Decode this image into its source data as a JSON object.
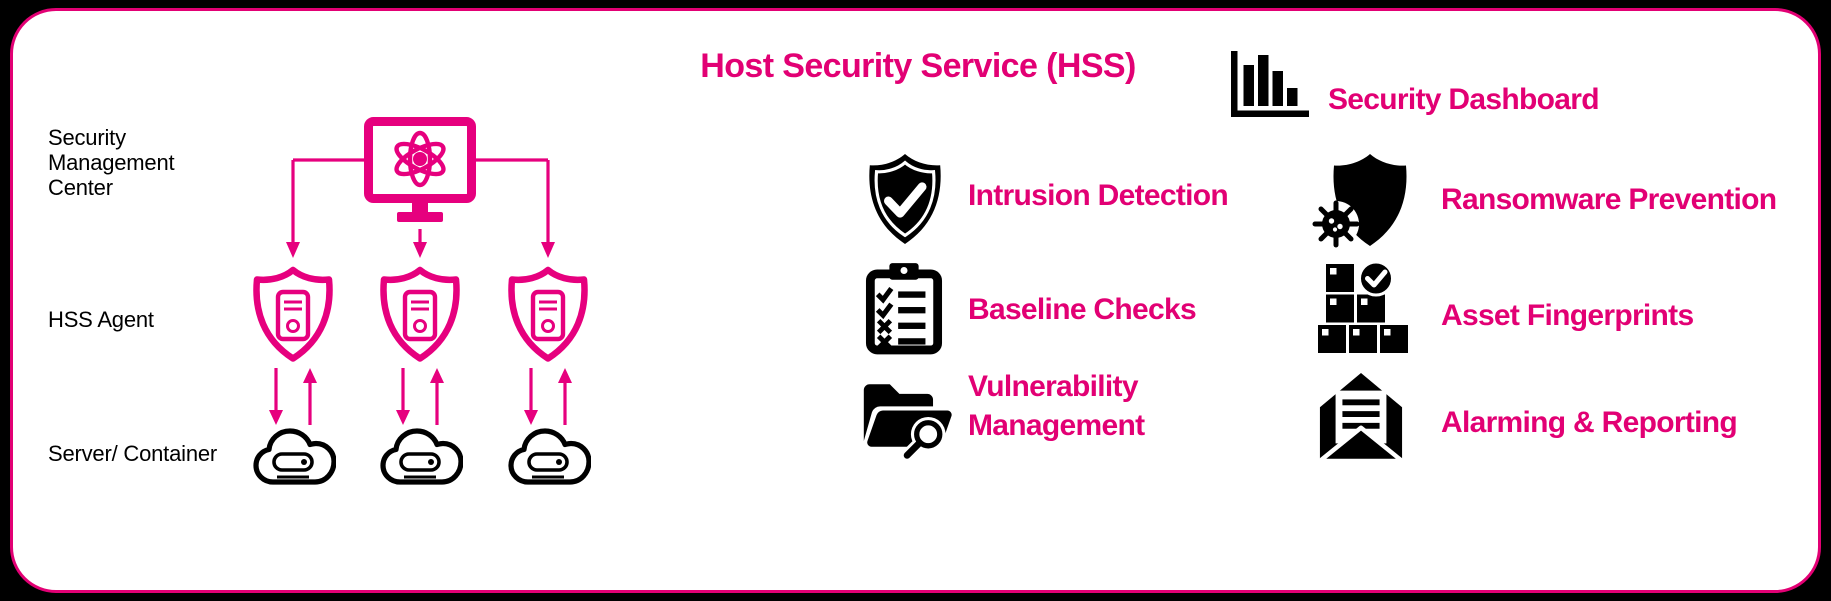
{
  "colors": {
    "magenta_text": "#e20074",
    "magenta_icon": "#e6007e",
    "black": "#000000",
    "card_background": "#ffffff",
    "page_background": "#000000"
  },
  "title": "Host Security Service (HSS)",
  "diagram": {
    "management_center": {
      "lines": [
        "Security",
        "Management",
        "Center"
      ],
      "icon": "management-console-icon",
      "node_count": 1
    },
    "agents": {
      "label": "HSS Agent",
      "icon": "shield-server-icon",
      "node_count": 3
    },
    "servers": {
      "label": "Server/ Container",
      "icon": "cloud-server-icon",
      "node_count": 3
    },
    "flow": "management-center -> agents -> servers (bidirectional between agents and servers)"
  },
  "features": [
    {
      "label": "Security Dashboard",
      "icon": "bar-chart-icon"
    },
    {
      "label": "Intrusion Detection",
      "icon": "shield-check-icon"
    },
    {
      "label": "Ransomware Prevention",
      "icon": "shield-virus-icon"
    },
    {
      "label": "Baseline Checks",
      "icon": "clipboard-checklist-icon"
    },
    {
      "label": "Asset Fingerprints",
      "icon": "boxes-check-icon"
    },
    {
      "lines": [
        "Vulnerability",
        "Management"
      ],
      "icon": "folder-search-icon"
    },
    {
      "label": "Alarming & Reporting",
      "icon": "envelope-letter-icon"
    }
  ]
}
